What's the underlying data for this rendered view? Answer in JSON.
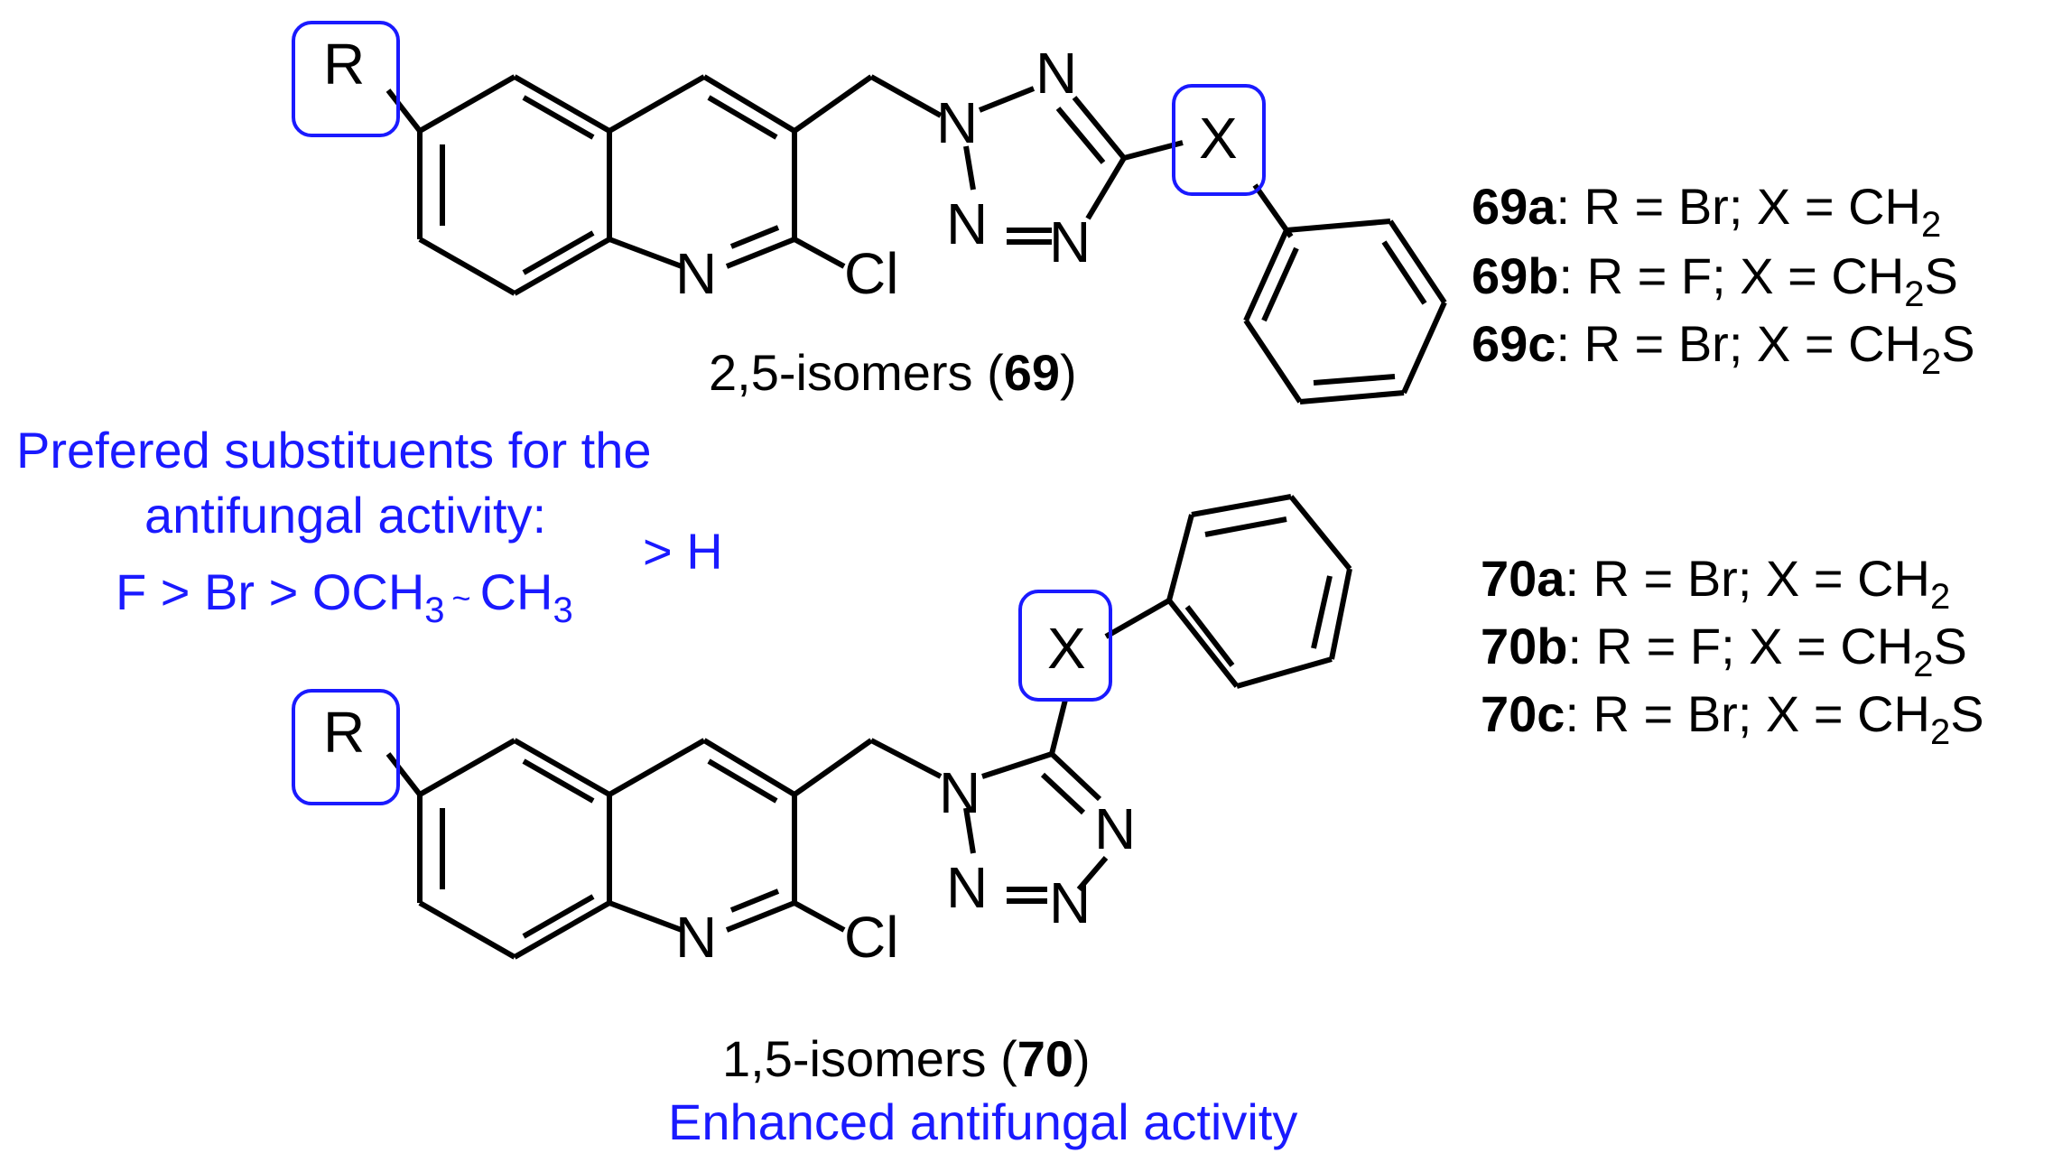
{
  "colors": {
    "bond": "#000000",
    "highlight": "#1a1aff",
    "background": "#ffffff"
  },
  "atoms": {
    "r": "R",
    "x": "X",
    "n": "N",
    "cl": "Cl"
  },
  "isomer69": {
    "label_prefix": "2,5-isomers (",
    "label_num": "69",
    "label_suffix": ")"
  },
  "isomer70": {
    "label_prefix": "1,5-isomers (",
    "label_num": "70",
    "label_suffix": ")",
    "note": "Enhanced antifungal activity"
  },
  "sar": {
    "line1": "Prefered substituents for the",
    "line2": "antifungal activity:",
    "order_a": "F > Br > OCH",
    "sub3": "3",
    "approx": "~",
    "order_b": "CH",
    "order_c": "> H"
  },
  "compounds69": [
    {
      "id": "69a",
      "rest": ": R = Br; X = CH",
      "sub": "2",
      "tail": ""
    },
    {
      "id": "69b",
      "rest": ": R = F; X = CH",
      "sub": "2",
      "tail": "S"
    },
    {
      "id": "69c",
      "rest": ": R = Br; X = CH",
      "sub": "2",
      "tail": "S"
    }
  ],
  "compounds70": [
    {
      "id": "70a",
      "rest": ": R = Br; X = CH",
      "sub": "2",
      "tail": ""
    },
    {
      "id": "70b",
      "rest": ": R = F; X = CH",
      "sub": "2",
      "tail": "S"
    },
    {
      "id": "70c",
      "rest": ": R = Br; X = CH",
      "sub": "2",
      "tail": "S"
    }
  ]
}
